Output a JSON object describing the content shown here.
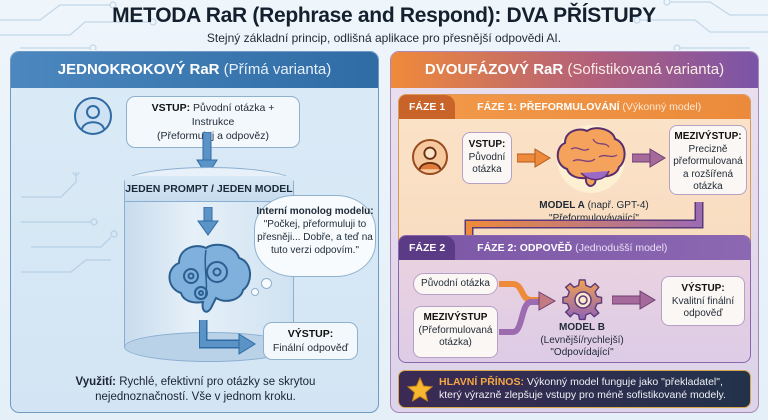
{
  "header": {
    "title": "METODA RaR (Rephrase and Respond): DVA PŘÍSTUPY",
    "subtitle": "Stejný základní princip, odlišná aplikace pro přesnější odpovědi AI."
  },
  "left": {
    "title_bold": "JEDNOKROKOVÝ RaR",
    "title_rest": " (Přímá varianta)",
    "input_label": "VSTUP:",
    "input_line1": " Původní otázka + Instrukce",
    "input_line2": "(Přeformuluj a odpověz)",
    "cylinder_label": "JEDEN PROMPT / JEDEN MODEL",
    "monolog_title": "Interní monolog modelu:",
    "monolog_text": "\"Počkej, přeformuluji to přesněji... Dobře, a teď na tuto verzi odpovím.\"",
    "output_label": "VÝSTUP:",
    "output_text": "Finální odpověď",
    "usage_label": "Využití:",
    "usage_text": " Rychlé, efektivní pro otázky se skrytou nejednoznačností. Vše v jednom kroku."
  },
  "right": {
    "title_bold": "DVOUFÁZOVÝ RaR",
    "title_rest": " (Sofistikovaná varianta)",
    "phase1": {
      "tag": "FÁZE 1",
      "title_bold": "FÁZE 1: PŘEFORMULOVÁNÍ",
      "title_rest": " (Výkonný model)",
      "input_label": "VSTUP:",
      "input_text": "Původní otázka",
      "model_name": "MODEL A",
      "model_detail": " (např. GPT-4)",
      "model_role": "\"Přeformulovávající\"",
      "output_label": "MEZIVÝSTUP:",
      "output_text": "Precizně přeformulovaná a rozšířená otázka"
    },
    "phase2": {
      "tag": "FÁZE 2",
      "title_bold": "FÁZE 2: ODPOVĚĎ",
      "title_rest": " (Jednodušší model)",
      "input1": "Původní otázka",
      "input2_label": "MEZIVÝSTUP",
      "input2_text": "(Přeformulovaná otázka)",
      "model_name": "MODEL B",
      "model_detail": "(Levnější/rychlejší)",
      "model_role": "\"Odpovídající\"",
      "output_label": "VÝSTUP:",
      "output_text": "Kvalitní finální odpověď"
    },
    "benefit_label": "HLAVNÍ PŘÍNOS:",
    "benefit_text": " Výkonný model funguje jako \"překladatel\", který výrazně zlepšuje vstupy pro méně sofistikované modely."
  },
  "icons": {
    "user": "user-icon",
    "brain": "brain-icon",
    "gear": "gear-icon",
    "star": "star-icon",
    "arrow": "arrow-icon"
  },
  "colors": {
    "left_accent": "#2f6ba4",
    "right_orange": "#ef8a3a",
    "right_purple": "#7b54a8",
    "benefit_gold": "#f5a742"
  }
}
